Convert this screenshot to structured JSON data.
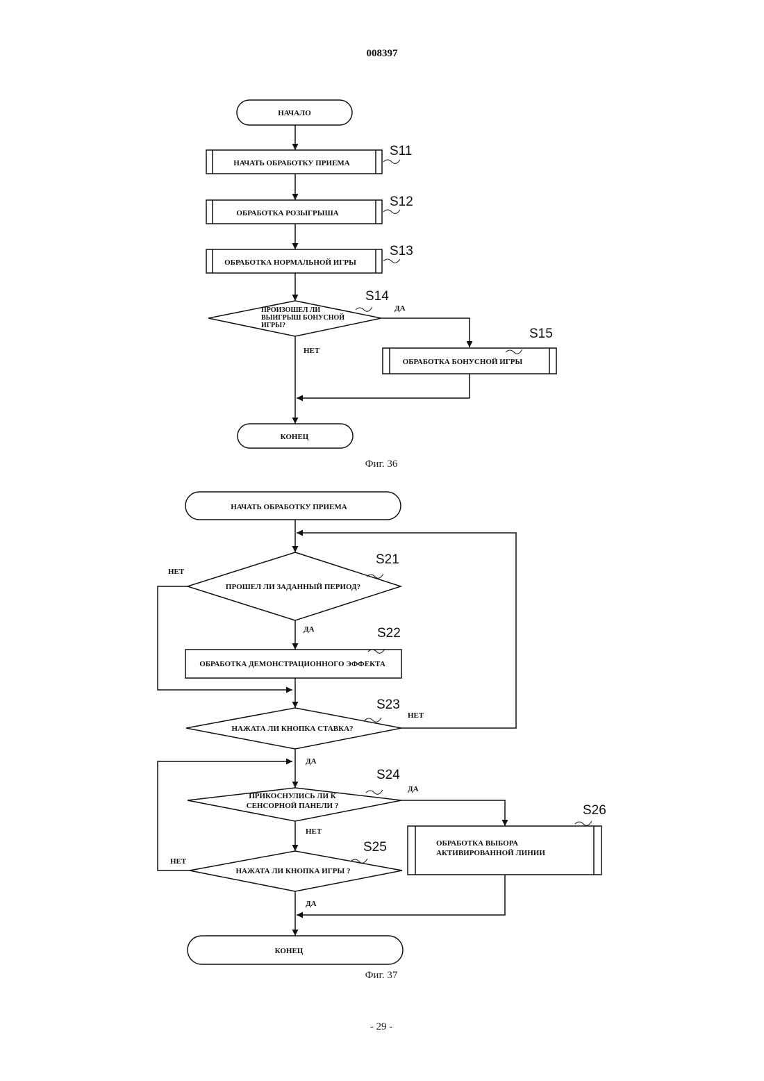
{
  "header": {
    "doc_number": "008397"
  },
  "fig36": {
    "start": "НАЧАЛО",
    "s11": {
      "step": "S11",
      "text": "НАЧАТЬ ОБРАБОТКУ ПРИЕМА"
    },
    "s12": {
      "step": "S12",
      "text": "ОБРАБОТКА  РОЗЫГРЫША"
    },
    "s13": {
      "step": "S13",
      "text": "ОБРАБОТКА  НОРМАЛЬНОЙ ИГРЫ"
    },
    "s14": {
      "step": "S14",
      "lines": [
        "ПРОИЗОШЕЛ ЛИ",
        "ВЫИГРЫШ БОНУСНОЙ",
        "ИГРЫ?"
      ],
      "yes": "ДА",
      "no": "НЕТ"
    },
    "s15": {
      "step": "S15",
      "text": "ОБРАБОТКА  БОНУСНОЙ  ИГРЫ"
    },
    "end": "КОНЕЦ",
    "caption": "Фиг. 36"
  },
  "fig37": {
    "start": "НАЧАТЬ ОБРАБОТКУ ПРИЕМА",
    "s21": {
      "step": "S21",
      "text": "ПРОШЕЛ ЛИ ЗАДАННЫЙ ПЕРИОД?",
      "yes": "ДА",
      "no": "НЕТ"
    },
    "s22": {
      "step": "S22",
      "text": "ОБРАБОТКА ДЕМОНСТРАЦИОННОГО ЭФФЕКТА"
    },
    "s23": {
      "step": "S23",
      "text": "НАЖАТА ЛИ КНОПКА   СТАВКА?",
      "yes": "ДА",
      "no": "НЕТ"
    },
    "s24": {
      "step": "S24",
      "lines": [
        "ПРИКОСНУЛИСЬ ЛИ К",
        "СЕНСОРНОЙ ПАНЕЛИ ?"
      ],
      "yes": "ДА",
      "no": "НЕТ"
    },
    "s25": {
      "step": "S25",
      "text": "НАЖАТА ЛИ КНОПКА ИГРЫ ?",
      "yes": "ДА",
      "no": "НЕТ"
    },
    "s26": {
      "step": "S26",
      "lines": [
        "ОБРАБОТКА  ВЫБОРА",
        "АКТИВИРОВАННОЙ ЛИНИИ"
      ]
    },
    "end": "КОНЕЦ",
    "caption": "Фиг. 37"
  },
  "footer": {
    "page_number": "- 29 -"
  }
}
